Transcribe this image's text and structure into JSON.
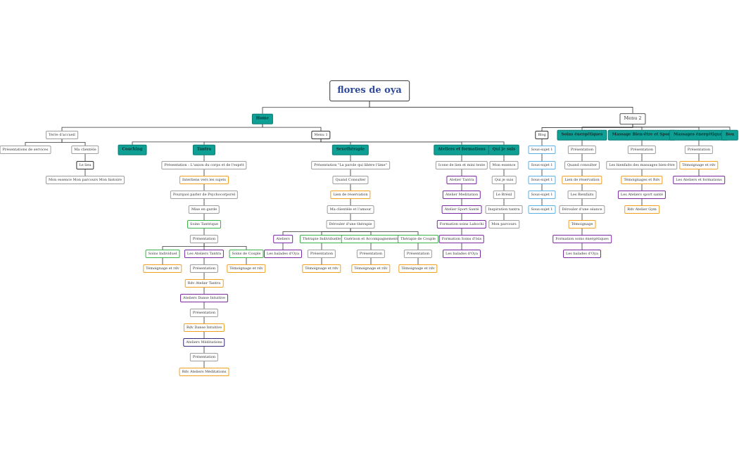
{
  "root": "flores de oya",
  "colors": {
    "main_fill": "#0e9f95",
    "orange": "#f0a020",
    "purple": "#7a2aa0",
    "green": "#3cb04a",
    "blue": "#5ab0e6",
    "grey": "#9e9e9e",
    "title": "#2f4a9c"
  },
  "nodes": [
    {
      "id": "home",
      "label": "Home",
      "style": "main"
    },
    {
      "id": "menu2",
      "label": "Menu 2",
      "style": "l1"
    },
    {
      "id": "terre",
      "label": "Terre d'accueil",
      "style": "grey"
    },
    {
      "id": "menu1",
      "label": "Menu 1",
      "style": "plain"
    },
    {
      "id": "pres_services",
      "label": "Présentations de services",
      "style": "grey"
    },
    {
      "id": "ma_clientele",
      "label": "Ma clientèle",
      "style": "grey"
    },
    {
      "id": "le_lieu",
      "label": "Le lieu",
      "style": "plain"
    },
    {
      "id": "mon_essence",
      "label": "Mon essence Mon parcours Mon histoire",
      "style": "grey"
    },
    {
      "id": "coaching",
      "label": "Coaching",
      "style": "main"
    },
    {
      "id": "tantra",
      "label": "Tantra",
      "style": "main"
    },
    {
      "id": "sexo",
      "label": "Sexothérapie",
      "style": "main"
    },
    {
      "id": "ateliers_form",
      "label": "Ateliers et formations",
      "style": "main"
    },
    {
      "id": "quisuis",
      "label": "Qui je suis",
      "style": "main"
    },
    {
      "id": "t1",
      "label": "Présentation : L'union du corps et de l'esprit",
      "style": "grey"
    },
    {
      "id": "t2",
      "label": "Interliens vers les sujets",
      "style": "orange"
    },
    {
      "id": "t3",
      "label": "Pourquoi parler de Psychocorporel",
      "style": "grey"
    },
    {
      "id": "t4",
      "label": "Mise en garde",
      "style": "grey"
    },
    {
      "id": "t5",
      "label": "Soins Tantrique",
      "style": "green"
    },
    {
      "id": "t6",
      "label": "Présentation",
      "style": "grey"
    },
    {
      "id": "t7a",
      "label": "Soins Individuel",
      "style": "green"
    },
    {
      "id": "t7b",
      "label": "Les Ateliers Tantra",
      "style": "purple"
    },
    {
      "id": "t7c",
      "label": "Soins de Couple",
      "style": "green"
    },
    {
      "id": "t8a",
      "label": "Témoignage et rdv",
      "style": "orange"
    },
    {
      "id": "t8b",
      "label": "Présentation",
      "style": "grey"
    },
    {
      "id": "t8c",
      "label": "Témoignage et rdv",
      "style": "orange"
    },
    {
      "id": "t9",
      "label": "Rdv Atelier Tantra",
      "style": "orange"
    },
    {
      "id": "t10",
      "label": "Ateliers Danse Intuitive",
      "style": "purple"
    },
    {
      "id": "t11",
      "label": "Présentation",
      "style": "grey"
    },
    {
      "id": "t12",
      "label": "Rdv Danse Intuitive",
      "style": "orange"
    },
    {
      "id": "t13",
      "label": "Ateliers Méditations",
      "style": "navy"
    },
    {
      "id": "t14",
      "label": "Présentation",
      "style": "grey"
    },
    {
      "id": "t15",
      "label": "Rdv Ateliers Méditations",
      "style": "orange"
    },
    {
      "id": "s1",
      "label": "Présentation \"La parole qui libère l'âme\"",
      "style": "grey"
    },
    {
      "id": "s2",
      "label": "Quand Consulter",
      "style": "grey"
    },
    {
      "id": "s3",
      "label": "Lien de réservation",
      "style": "orange"
    },
    {
      "id": "s4",
      "label": "Ma clientèle et l'amour",
      "style": "grey"
    },
    {
      "id": "s5",
      "label": "Dérouler d'une thérapie",
      "style": "grey"
    },
    {
      "id": "s6a",
      "label": "Ateliers",
      "style": "purple"
    },
    {
      "id": "s6b",
      "label": "Thérapie Individuelle",
      "style": "green"
    },
    {
      "id": "s6c",
      "label": "Guérison et Accompagnement",
      "style": "green"
    },
    {
      "id": "s6d",
      "label": "Thérapie de Couple",
      "style": "green"
    },
    {
      "id": "s7a",
      "label": "Les balades d'Oya",
      "style": "purple"
    },
    {
      "id": "s7b",
      "label": "Présentation",
      "style": "grey"
    },
    {
      "id": "s7c",
      "label": "Présentation",
      "style": "grey"
    },
    {
      "id": "s7d",
      "label": "Présentation",
      "style": "grey"
    },
    {
      "id": "s8b",
      "label": "Témoignage et rdv",
      "style": "orange"
    },
    {
      "id": "s8c",
      "label": "Témoignage et rdv",
      "style": "orange"
    },
    {
      "id": "s8d",
      "label": "Témoignage et rdv",
      "style": "orange"
    },
    {
      "id": "a1",
      "label": "Icone de lien et mini texte",
      "style": "grey"
    },
    {
      "id": "a2",
      "label": "Atelier Tantra",
      "style": "purple"
    },
    {
      "id": "a3",
      "label": "Atelier Meditation",
      "style": "purple"
    },
    {
      "id": "a4",
      "label": "Atelier Sport Santé",
      "style": "purple"
    },
    {
      "id": "a5",
      "label": "Formation soins Lahochi",
      "style": "purple"
    },
    {
      "id": "a6",
      "label": "Formation Soins d'Isis",
      "style": "purple"
    },
    {
      "id": "a7",
      "label": "Les balades d'Oya",
      "style": "purple"
    },
    {
      "id": "q1",
      "label": "Mon essence",
      "style": "grey"
    },
    {
      "id": "q2",
      "label": "Qui je suis",
      "style": "grey"
    },
    {
      "id": "q3",
      "label": "Le Brésil",
      "style": "grey"
    },
    {
      "id": "q4",
      "label": "Inspiration tantra",
      "style": "grey"
    },
    {
      "id": "q5",
      "label": "Mon parcours",
      "style": "grey"
    },
    {
      "id": "blog",
      "label": "Blog",
      "style": "plain"
    },
    {
      "id": "b1",
      "label": "Sous-sujet 1",
      "style": "blue"
    },
    {
      "id": "b2",
      "label": "Sous-sujet 1",
      "style": "blue"
    },
    {
      "id": "b3",
      "label": "Sous-sujet 1",
      "style": "blue"
    },
    {
      "id": "b4",
      "label": "Sous-sujet 1",
      "style": "blue"
    },
    {
      "id": "b5",
      "label": "Sous-sujet 1",
      "style": "blue"
    },
    {
      "id": "soins_en",
      "label": "Soins énergétiques",
      "style": "main"
    },
    {
      "id": "e1",
      "label": "Présentation",
      "style": "grey"
    },
    {
      "id": "e2",
      "label": "Quand consulter",
      "style": "grey"
    },
    {
      "id": "e3",
      "label": "Lien de réservation",
      "style": "orange"
    },
    {
      "id": "e4",
      "label": "Les Bienfaits",
      "style": "grey"
    },
    {
      "id": "e5",
      "label": "Dérouler d'une séance",
      "style": "grey"
    },
    {
      "id": "e6",
      "label": "Témoignage",
      "style": "orange"
    },
    {
      "id": "e7",
      "label": "Formation soins énergétiques",
      "style": "purple"
    },
    {
      "id": "e8",
      "label": "Les balades d'Oya",
      "style": "purple"
    },
    {
      "id": "massage",
      "label": "Massage Bien-être et Sport",
      "style": "main"
    },
    {
      "id": "m1",
      "label": "Présentation",
      "style": "grey"
    },
    {
      "id": "m2",
      "label": "Les bienfaits des massages bien-être",
      "style": "grey"
    },
    {
      "id": "m3",
      "label": "Témoignages et Rdv",
      "style": "orange"
    },
    {
      "id": "m4",
      "label": "Les Ateliers sport santé",
      "style": "purple"
    },
    {
      "id": "m5",
      "label": "Rdv Atelier Gym",
      "style": "orange"
    },
    {
      "id": "massages_en",
      "label": "Massages énergétiques",
      "style": "main"
    },
    {
      "id": "g1",
      "label": "Présentation",
      "style": "grey"
    },
    {
      "id": "g2",
      "label": "Témoignage et rdv",
      "style": "orange"
    },
    {
      "id": "g3",
      "label": "Les Ateliers et formations",
      "style": "purple"
    },
    {
      "id": "boutique",
      "label": "Bou",
      "style": "main"
    }
  ]
}
